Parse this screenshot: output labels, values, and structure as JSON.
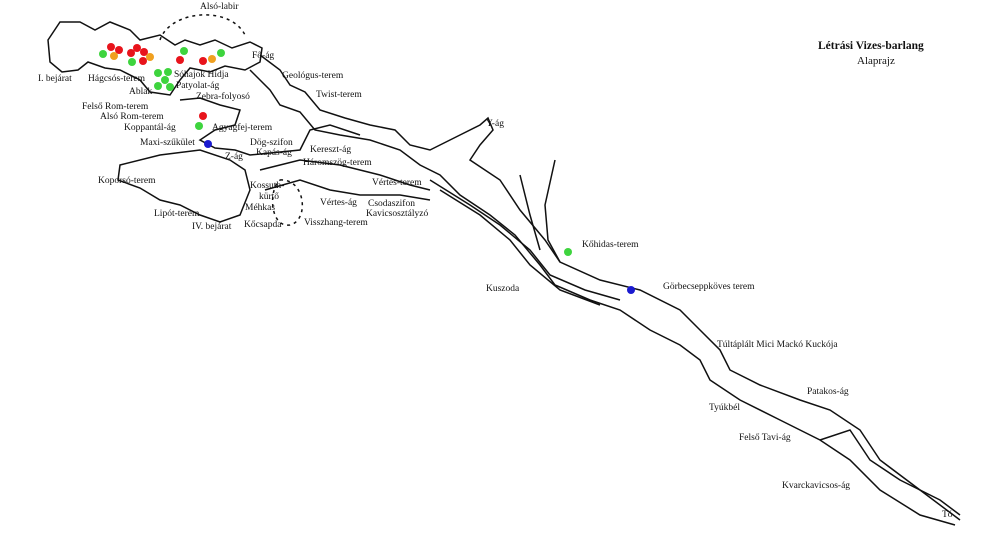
{
  "title": "Létrási Vizes-barlang",
  "subtitle": "Alaprajz",
  "colors": {
    "red": "#e8141c",
    "orange": "#f0a020",
    "green": "#3ed43e",
    "blue": "#1a1ad0",
    "line": "#111111"
  },
  "labels": [
    "Alsó-labir",
    "Fő-ág",
    "Geológus-terem",
    "Twist-terem",
    "I. bejárat",
    "Hágcsós-terem",
    "Sóhajok Hídja",
    "Patyolat-ág",
    "Ablak",
    "Zebra-folyosó",
    "Felső Rom-terem",
    "Alsó Rom-terem",
    "Agyagfej-terem",
    "Koppantál-ág",
    "Maxi-szűkület",
    "Dög-szifon",
    "Kapás-ág",
    "Z-ág",
    "Kereszt-ág",
    "Háromszög-terem",
    "Koporsó-terem",
    "Kossuth-",
    "kürtő",
    "Méhkas",
    "Vértes-terem",
    "Vértes-ág",
    "Csodaszifon",
    "Kavicsosztályzó",
    "Lipót-terem",
    "Visszhang-terem",
    "IV. bejárat",
    "Kőcsapda",
    "Y-ág",
    "Kőhidas-terem",
    "Kuszoda",
    "Görbecseppköves terem",
    "Túltáplált Mici Mackó Kuckója",
    "Patakos-ág",
    "Tyúkbél",
    "Felső Tavi-ág",
    "Kvarckavicsos-ág",
    "Tó"
  ]
}
